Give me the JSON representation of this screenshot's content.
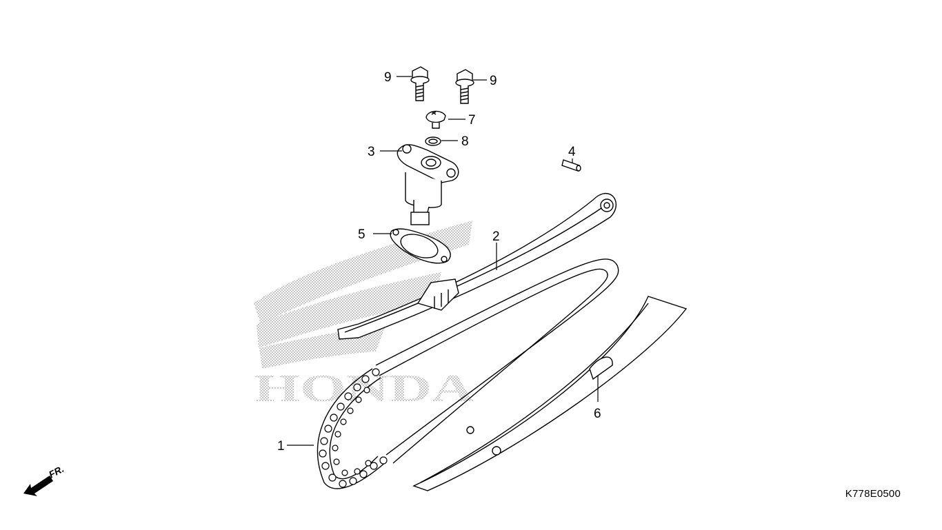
{
  "diagram": {
    "callouts": {
      "c1": "1",
      "c2": "2",
      "c3": "3",
      "c4": "4",
      "c5": "5",
      "c6": "6",
      "c7": "7",
      "c8": "8",
      "c9a": "9",
      "c9b": "9"
    },
    "watermark": {
      "text": "HONDA"
    },
    "direction": {
      "label": "FR.",
      "icon": "front-arrow-icon"
    },
    "reference_code": "K778E0500",
    "colors": {
      "line": "#000000",
      "background": "#ffffff",
      "watermark_dots": "#9a9a9a"
    }
  }
}
